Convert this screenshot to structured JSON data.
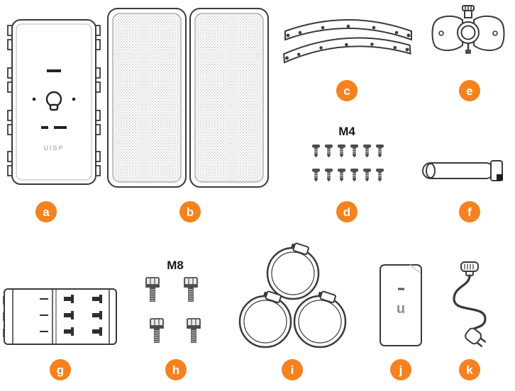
{
  "accent_color": "#f5821e",
  "line_color": "#3a3a3a",
  "labels": {
    "device_brand": "UISP",
    "box_logo": "u"
  },
  "items": [
    {
      "badge": "a",
      "name": "wireless-radio-device"
    },
    {
      "badge": "b",
      "name": "mesh-reflector-panels"
    },
    {
      "badge": "c",
      "name": "curved-mounting-brackets"
    },
    {
      "badge": "d",
      "name": "m4-screw-set",
      "heading": "M4",
      "count": 12
    },
    {
      "badge": "e",
      "name": "antenna-mount"
    },
    {
      "badge": "f",
      "name": "protective-sleeve"
    },
    {
      "badge": "g",
      "name": "mounting-plate"
    },
    {
      "badge": "h",
      "name": "m8-bolt-set",
      "heading": "M8",
      "count": 4
    },
    {
      "badge": "i",
      "name": "metal-hose-clamps",
      "count": 3
    },
    {
      "badge": "j",
      "name": "accessory-box"
    },
    {
      "badge": "k",
      "name": "power-cable"
    }
  ]
}
